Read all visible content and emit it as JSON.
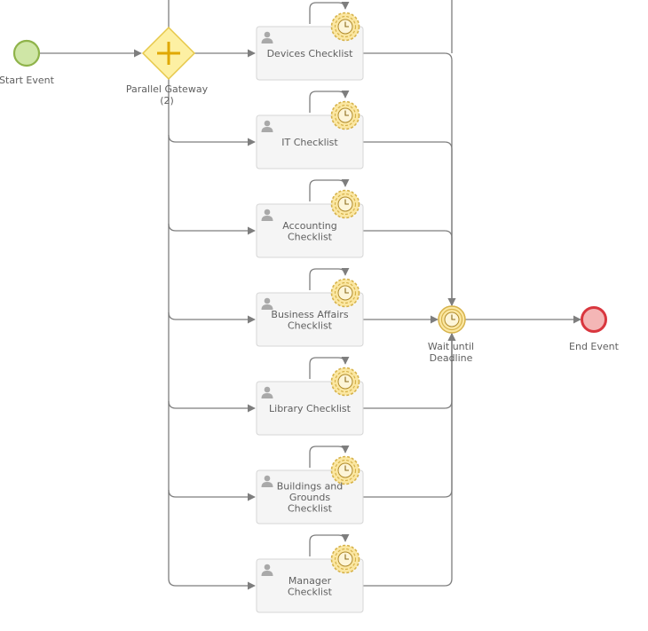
{
  "diagram": {
    "start_event": {
      "label": "Start Event"
    },
    "gateway": {
      "label_line1": "Parallel Gateway",
      "label_line2": "(2)"
    },
    "timer_event": {
      "label_line1": "Wait until",
      "label_line2": "Deadline"
    },
    "end_event": {
      "label": "End Event"
    },
    "tasks": [
      {
        "lines": [
          "Devices Checklist"
        ]
      },
      {
        "lines": [
          "IT Checklist"
        ]
      },
      {
        "lines": [
          "Accounting",
          "Checklist"
        ]
      },
      {
        "lines": [
          "Business Affairs",
          "Checklist"
        ]
      },
      {
        "lines": [
          "Library Checklist"
        ]
      },
      {
        "lines": [
          "Buildings and",
          "Grounds",
          "Checklist"
        ]
      },
      {
        "lines": [
          "Manager",
          "Checklist"
        ]
      }
    ]
  },
  "colors": {
    "start_fill": "#cfe6a6",
    "start_stroke": "#8fb34a",
    "end_fill": "#f4b6b6",
    "end_stroke": "#d9363e",
    "gateway_fill": "#fdf0a3",
    "gateway_stroke": "#e6c84a",
    "timer_fill": "#fbe7a2",
    "timer_stroke": "#d6b24a",
    "connector": "#7e7e7e",
    "task_fill": "#f5f5f5",
    "task_stroke": "#d6d6d6"
  }
}
